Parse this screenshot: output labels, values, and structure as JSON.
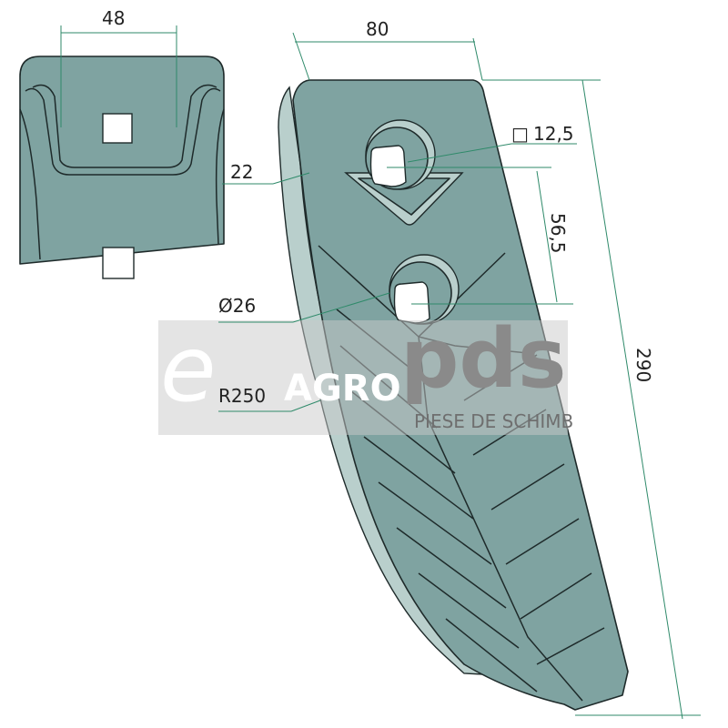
{
  "dimensions": {
    "width_top": "48",
    "width_blade": "80",
    "thickness": "22",
    "square_hole_symbol": "□",
    "square_hole": "12,5",
    "hole_spacing": "56,5",
    "hole_diameter": "Ø26",
    "radius": "R250",
    "length": "290"
  },
  "watermark": {
    "letter": "e",
    "brand": "AGRO",
    "suffix": "pds",
    "tagline": "PIESE DE SCHIMB"
  },
  "colors": {
    "part_fill": "#7fa3a1",
    "part_edge": "#b9cfcc",
    "dimension_line": "#2f8a6a"
  }
}
